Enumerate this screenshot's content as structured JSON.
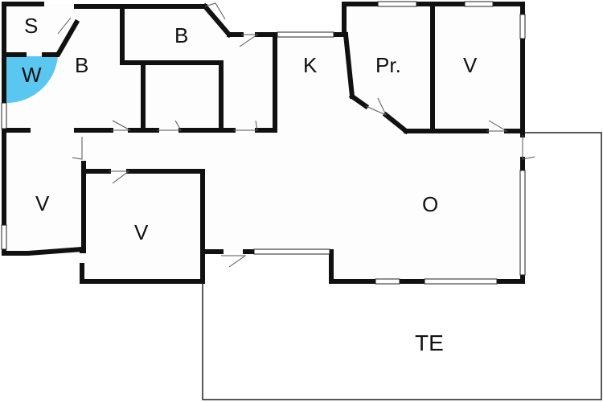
{
  "plan": {
    "colors": {
      "wall": "#111111",
      "floor": "#fdfdfd",
      "wet_area": "#5bc6ef",
      "background": "#ffffff"
    },
    "rooms": {
      "sauna": "S",
      "wellness": "W",
      "bath_1": "B",
      "bath_2": "B",
      "kitchen": "K",
      "pantry": "Pr.",
      "bedroom_ne": "V",
      "bedroom_w": "V",
      "bedroom_c": "V",
      "living": "O",
      "terrace": "TE"
    }
  }
}
